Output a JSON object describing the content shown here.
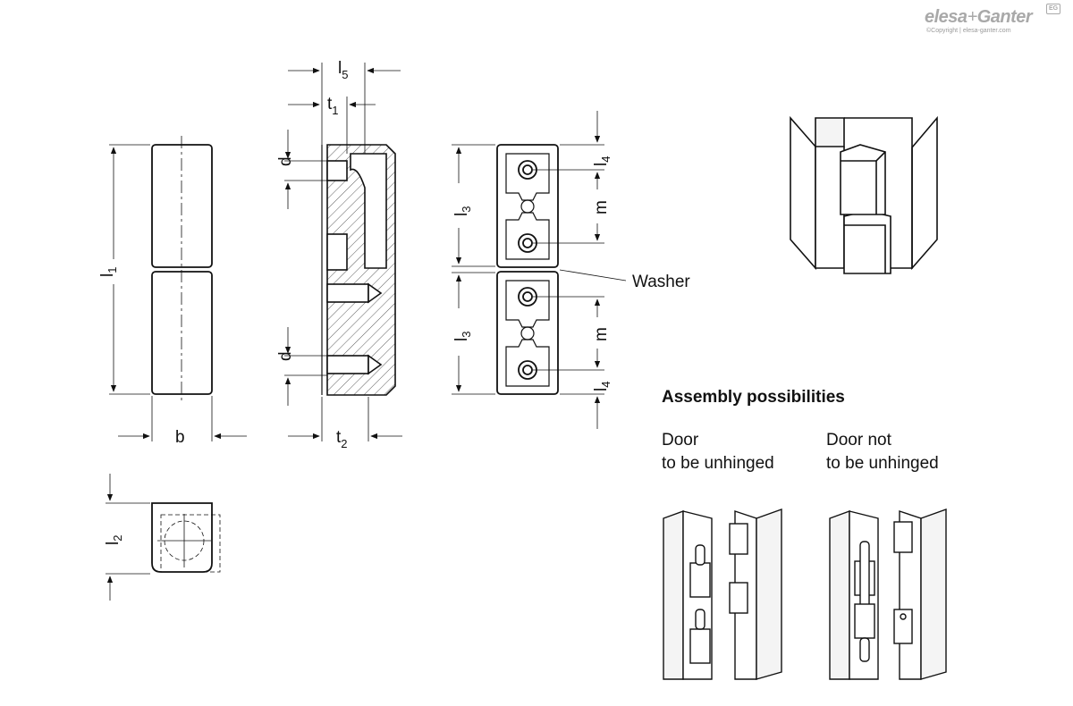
{
  "logo": {
    "brand_a": "elesa",
    "plus": "+",
    "brand_b": "Ganter",
    "badge": "EG",
    "copyright": "©Copyright | elesa-ganter.com"
  },
  "dimensions": {
    "l1": {
      "main": "l",
      "sub": "1"
    },
    "l2": {
      "main": "l",
      "sub": "2"
    },
    "l3": {
      "main": "l",
      "sub": "3"
    },
    "l4": {
      "main": "l",
      "sub": "4"
    },
    "l5": {
      "main": "l",
      "sub": "5"
    },
    "t1": {
      "main": "t",
      "sub": "1"
    },
    "t2": {
      "main": "t",
      "sub": "2"
    },
    "b": "b",
    "d": "d",
    "m": "m"
  },
  "washer_label": "Washer",
  "assembly": {
    "heading": "Assembly possibilities",
    "option_1": {
      "line1": "Door",
      "line2": "to be unhinged"
    },
    "option_2": {
      "line1": "Door not",
      "line2": "to be unhinged"
    }
  },
  "colors": {
    "line": "#111111",
    "fill_light": "#f4f4f4",
    "logo_gray": "#a9a9a9"
  }
}
